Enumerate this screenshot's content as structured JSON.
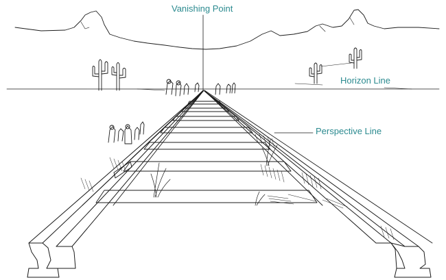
{
  "labels": {
    "vanishing_point": "Vanishing Point",
    "horizon_line": "Horizon Line",
    "perspective_line": "Perspective Line"
  },
  "colors": {
    "label": "#2b8a8f",
    "ink": "#1a1a1a",
    "paper": "#ffffff"
  }
}
